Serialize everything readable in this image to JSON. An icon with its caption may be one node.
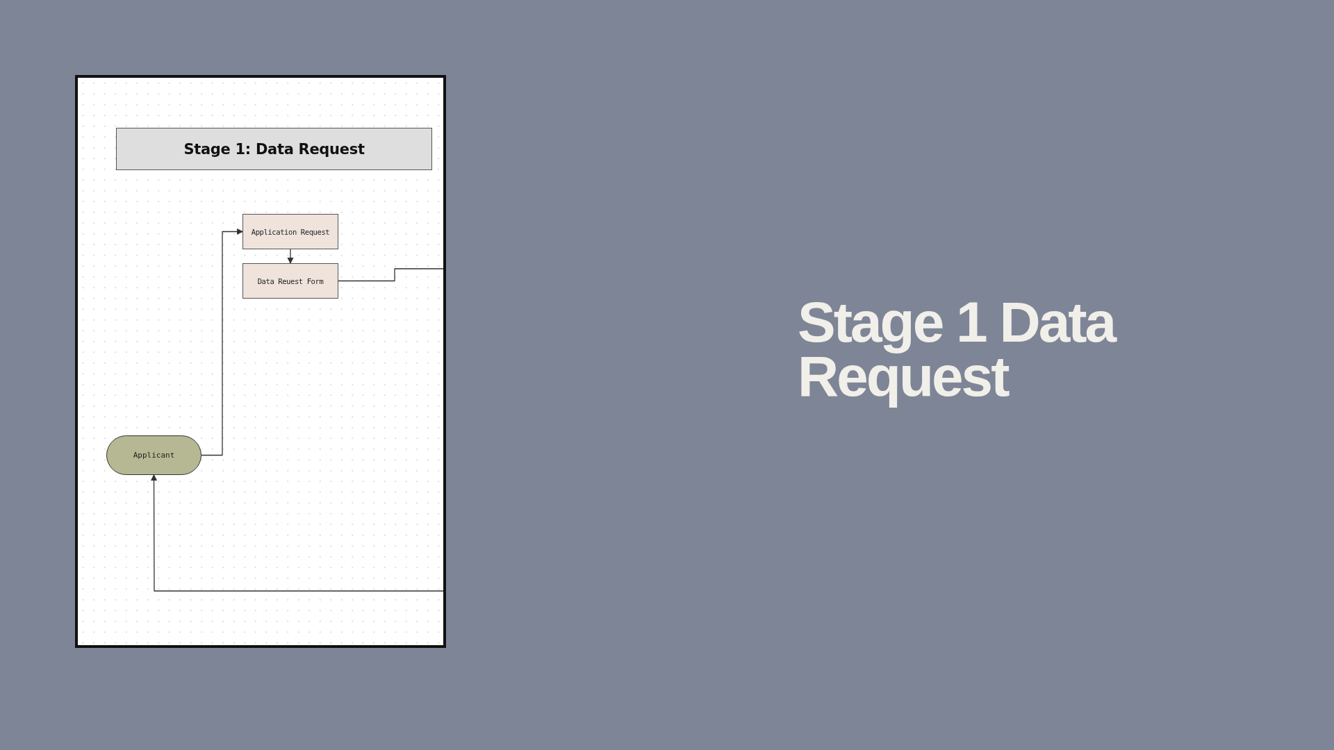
{
  "diagram": {
    "title": "Stage 1 Data Request",
    "nodes": [
      {
        "text": [
          "Stage 1: Data Request"
        ]
      },
      {
        "text": [
          "Application Request"
        ]
      },
      {
        "text": [
          "Data Reuest Form"
        ]
      },
      {
        "text": [
          "Applicant"
        ]
      }
    ],
    "edges": [
      {
        "from": 3,
        "to": 1,
        "arrow": "to"
      },
      {
        "from": 1,
        "to": 2,
        "arrow": "to"
      },
      {
        "from": 2,
        "to": null,
        "arrow": "none"
      },
      {
        "from": null,
        "to": 3,
        "arrow": "to"
      }
    ]
  }
}
